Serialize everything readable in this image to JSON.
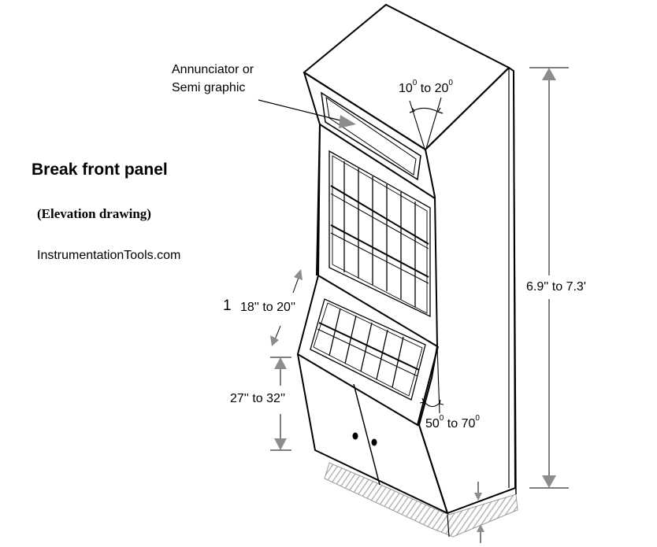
{
  "title": "Break front panel",
  "subtitle": "(Elevation drawing)",
  "site": "InstrumentationTools.com",
  "labels": {
    "annunciator_line1": "Annunciator or",
    "annunciator_line2": "Semi graphic",
    "top_angle_from": "10",
    "top_angle_sup1": "0",
    "top_angle_mid": " to 20",
    "top_angle_sup2": "0",
    "overall_height": "6.9''  to 7.3'",
    "desk_number": "1",
    "desk_depth": "18'' to 20''",
    "base_height": "27'' to 32''",
    "bottom_angle_from": "50",
    "bottom_angle_sup1": "0",
    "bottom_angle_mid": " to 70",
    "bottom_angle_sup2": "0"
  },
  "colors": {
    "line": "#000000",
    "dimension_arrow": "#8c8c8c",
    "plinth_hatch": "#b5b5b5"
  }
}
